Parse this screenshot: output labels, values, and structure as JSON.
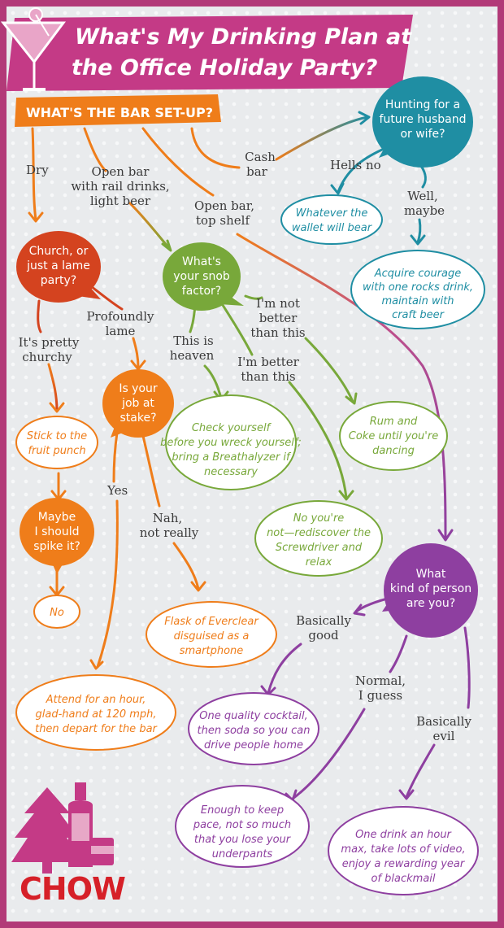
{
  "title_line1": "What's My Drinking Plan at",
  "title_line2": "the Office Holiday Party?",
  "header": "WHAT'S THE BAR SET-UP?",
  "logo_text": "CHOW",
  "colors": {
    "title_band": "#c43a86",
    "header_band": "#ef7d1a",
    "orange": "#ef7d1a",
    "teal": "#1f8ea3",
    "green": "#78a83a",
    "purple": "#8e3fa0",
    "red": "#d4431f",
    "logo": "#d62028"
  },
  "edge_labels": {
    "dry": "Dry",
    "open_rail": [
      "Open bar",
      "with rail drinks,",
      "light beer"
    ],
    "open_top": [
      "Open bar,",
      "top shelf"
    ],
    "cash": [
      "Cash",
      "bar"
    ],
    "hells_no": "Hells no",
    "well_maybe": [
      "Well,",
      "maybe"
    ],
    "profoundly_lame": [
      "Profoundly",
      "lame"
    ],
    "pretty_churchy": [
      "It's pretty",
      "churchy"
    ],
    "this_is_heaven": [
      "This is",
      "heaven"
    ],
    "not_better": [
      "I'm not",
      "better",
      "than this"
    ],
    "better": [
      "I'm better",
      "than this"
    ],
    "yes": "Yes",
    "nah": [
      "Nah,",
      "not really"
    ],
    "basically_good": [
      "Basically",
      "good"
    ],
    "normal": [
      "Normal,",
      "I guess"
    ],
    "basically_evil": [
      "Basically",
      "evil"
    ]
  },
  "questions": {
    "church": [
      "Church, or",
      "just a lame",
      "party?"
    ],
    "snob": [
      "What's",
      "your snob",
      "factor?"
    ],
    "hunting": [
      "Hunting for a",
      "future husband",
      "or wife?"
    ],
    "job": [
      "Is your",
      "job at",
      "stake?"
    ],
    "spike": [
      "Maybe",
      "I should",
      "spike it?"
    ],
    "person": [
      "What",
      "kind of person",
      "are you?"
    ]
  },
  "answers": {
    "wallet": [
      "Whatever the",
      "wallet will bear"
    ],
    "courage": [
      "Acquire courage",
      "with one rocks drink,",
      "maintain with",
      "craft beer"
    ],
    "punch": [
      "Stick to the",
      "fruit punch"
    ],
    "check": [
      "Check yourself",
      "before you wreck yourself;",
      "bring a Breathalyzer if",
      "necessary"
    ],
    "rum": [
      "Rum and",
      "Coke until you're",
      "dancing"
    ],
    "screwdriver": [
      "No you're",
      "not—rediscover the",
      "Screwdriver and",
      "relax"
    ],
    "no": [
      "No"
    ],
    "flask": [
      "Flask of Everclear",
      "disguised as a",
      "smartphone"
    ],
    "attend": [
      "Attend for an hour,",
      "glad-hand at 120 mph,",
      "then depart for the bar"
    ],
    "quality": [
      "One quality cocktail,",
      "then soda so you can",
      "drive people home"
    ],
    "enough": [
      "Enough to keep",
      "pace, not so much",
      "that you lose your",
      "underpants"
    ],
    "one_drink": [
      "One drink an hour",
      "max, take lots of video,",
      "enjoy a rewarding year",
      "of blackmail"
    ]
  }
}
